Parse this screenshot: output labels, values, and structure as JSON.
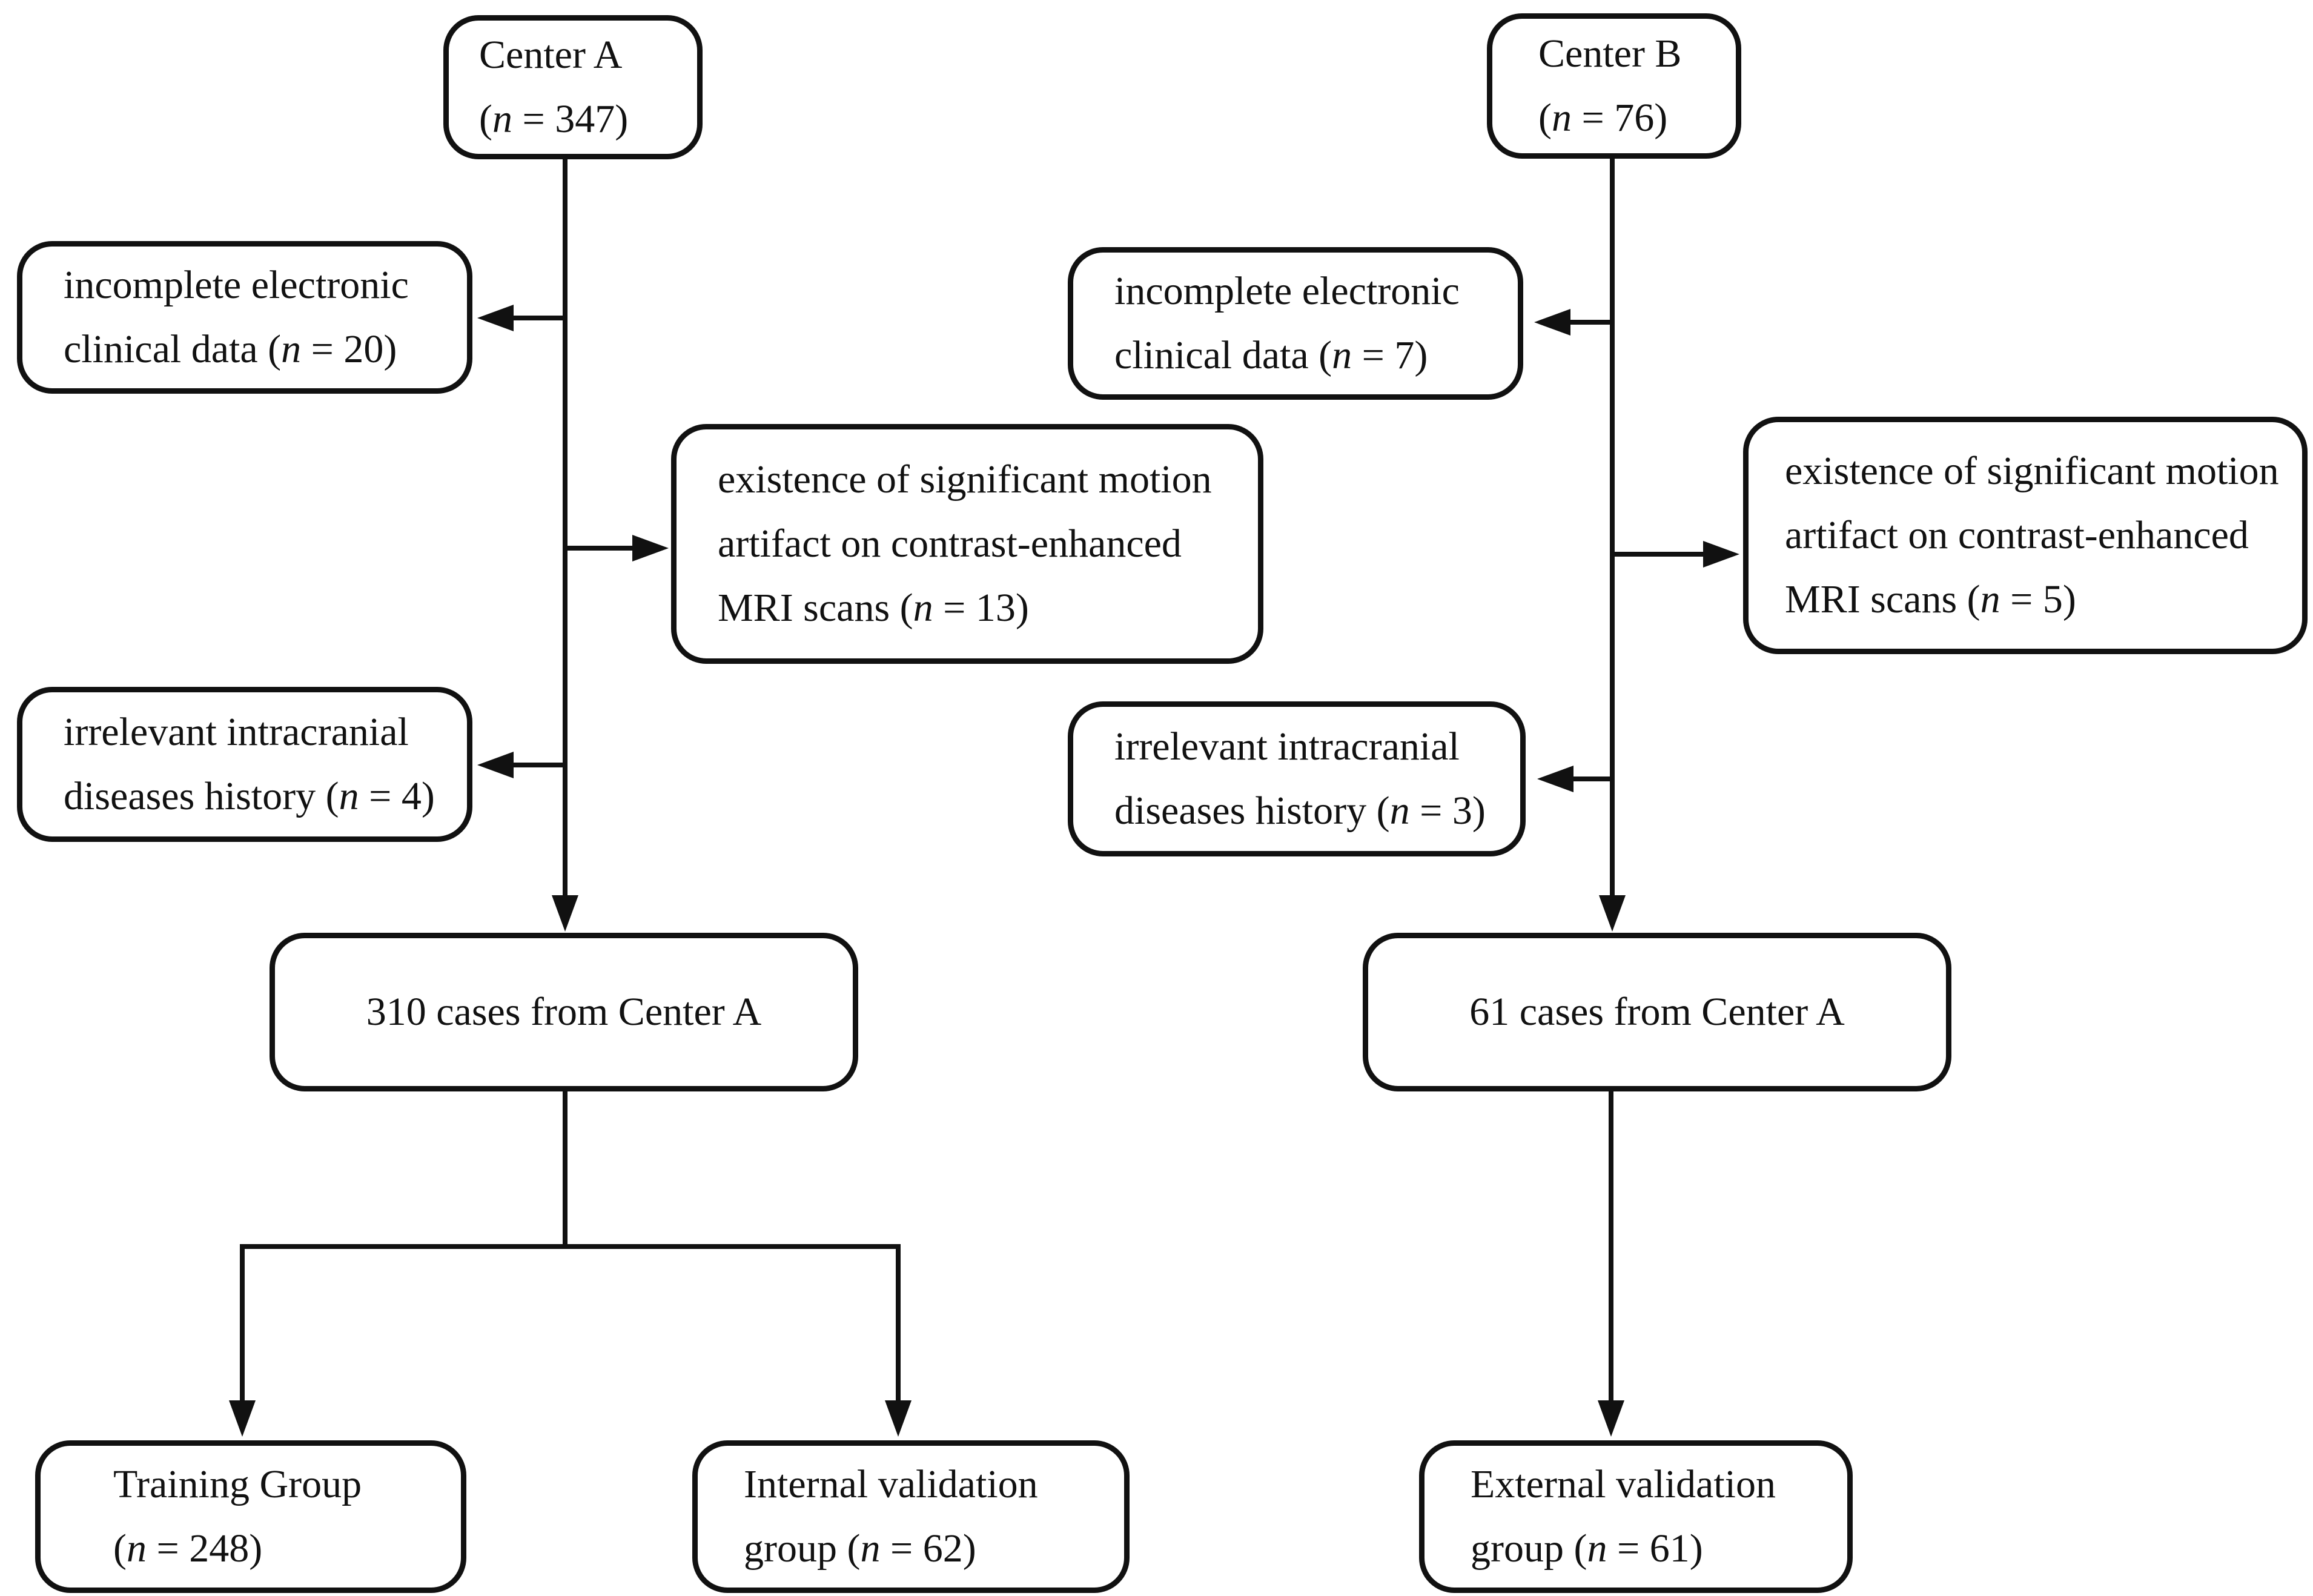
{
  "colors": {
    "ink": "#111111",
    "paper": "#ffffff"
  },
  "nodes": {
    "center_a": {
      "line1": "Center A",
      "line2": "(n = 347)"
    },
    "excl_a_incomplete": {
      "line1": "incomplete electronic",
      "line2": "clinical data (n = 20)"
    },
    "excl_a_motion": {
      "line1": "existence of significant motion",
      "line2": "artifact on contrast-enhanced",
      "line3": "MRI scans (n = 13)"
    },
    "excl_a_irrelevant": {
      "line1": "irrelevant intracranial",
      "line2": "diseases history (n = 4)"
    },
    "cases_a": {
      "line1": "310 cases from Center A"
    },
    "training": {
      "line1": "Training Group",
      "line2": "(n = 248)"
    },
    "internal": {
      "line1": "Internal validation",
      "line2": "group (n = 62)"
    },
    "center_b": {
      "line1": "Center B",
      "line2": "(n = 76)"
    },
    "excl_b_incomplete": {
      "line1": "incomplete electronic",
      "line2": "clinical data (n = 7)"
    },
    "excl_b_motion": {
      "line1": "existence of significant motion",
      "line2": "artifact on contrast-enhanced",
      "line3": "MRI scans (n = 5)"
    },
    "excl_b_irrelevant": {
      "line1": "irrelevant intracranial",
      "line2": "diseases history (n = 3)"
    },
    "cases_b": {
      "line1": "61 cases from Center A"
    },
    "external": {
      "line1": "External validation",
      "line2": "group (n = 61)"
    }
  }
}
